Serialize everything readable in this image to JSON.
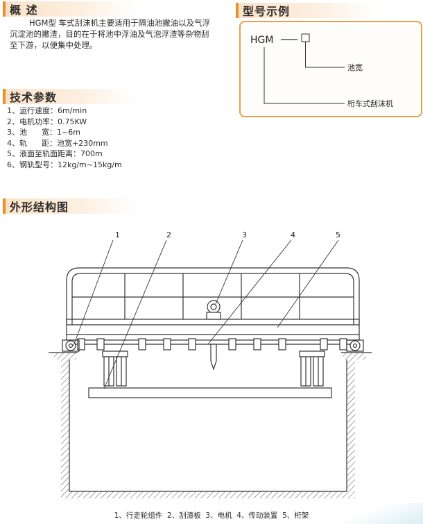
{
  "overview": {
    "title": "概  述",
    "text": "HGM型  车式刮沫机主要适用于隔油池撇油以及气浮沉淀池的撇渣，目的在于将池中浮油及气泡浮渣等杂物刮至下游，以便集中处理。"
  },
  "model": {
    "title": "型号示例",
    "code": "HGM",
    "label_width": "池宽",
    "label_machine": "桁车式刮沫机"
  },
  "params": {
    "title": "技术参数",
    "items": [
      "1、运行速度：6m/min",
      "2、电机功率：0.75KW",
      "3、池      宽：1~6m",
      "4、轨      距：池宽+230mm",
      "5、液面至轨面距离：700m",
      "6、钢轨型号：12kg/m~15kg/m"
    ]
  },
  "structure": {
    "title": "外形结构图",
    "callouts": [
      "1",
      "2",
      "3",
      "4",
      "5"
    ],
    "caption": "1、行走轮组件  2、刮渣板  3、电机  4、传动装置  5、桁架"
  },
  "colors": {
    "accent": "#e8902c",
    "box_border": "#e6a04a",
    "line": "#333333"
  }
}
